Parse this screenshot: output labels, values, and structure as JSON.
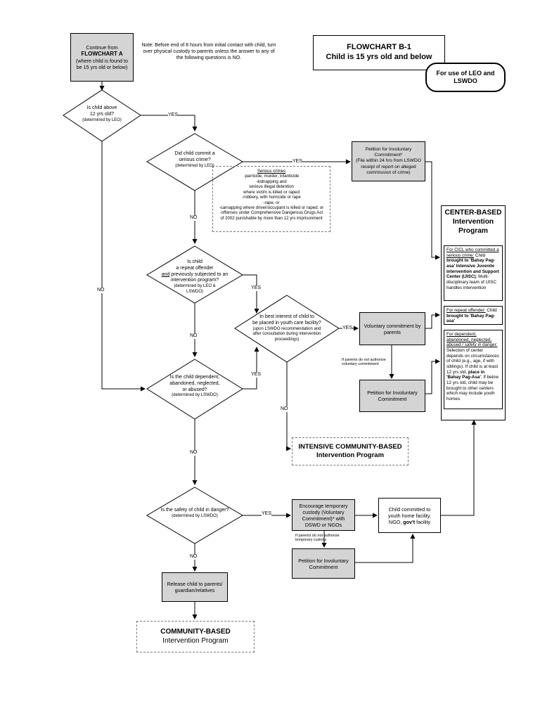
{
  "note": "Note: Before end of 8 hours from initial contact with child, turn over physical custody to parents unless the answer to any of the following questions is NO.",
  "header": {
    "line1": "FLOWCHART B-1",
    "line2": "Child is 15 yrs old and below",
    "use_for_1": "For use of LEO and",
    "use_for_2": "LSWDO"
  },
  "start": {
    "line1": "Continue from",
    "line2": "FLOWCHART A",
    "line3": "(where child is found to be 15 yrs old or below)"
  },
  "q1": {
    "l1": "Is child above",
    "l2": "12 yrs old?",
    "l3": "(determined by LEO)"
  },
  "q2": {
    "l1": "Did child commit a",
    "l2": "serious crime?",
    "l3": "(determined by LEO)"
  },
  "q3": {
    "l1": "Is child",
    "l2": "a repeat offender",
    "l3a": "and",
    "l3b": " previously subjected to an",
    "l4": "intervention program?",
    "l5": "(determined by LEO &",
    "l6": "LSWDO)"
  },
  "q4": {
    "l1": "Is the child dependent,",
    "l2": "abandoned, neglected,",
    "l3": "or abused?",
    "l4": "(determined by LSWDO)"
  },
  "q5": {
    "l1": "In best interest of child to",
    "l2": "be placed in youth care facility?",
    "l3": "(upon LSWDO recommendation and after consultation during intervention proceedings)"
  },
  "q6": {
    "l1": "Is the safety of child in danger?",
    "l2": "(determined by LSWDO)"
  },
  "serious_crimes": {
    "title": "Serious crimes",
    "items": [
      "-parricide, murder, infanticide",
      "-kidnapping and",
      "serious illegal detention",
      "where victim is killed or raped",
      "-robbery, with homicide or rape",
      "-rape, or",
      "-carnapping where driver/occupant is killed or raped; or",
      "-offenses under Comprehensive Dangerous Drugs Act",
      "of 2002 punishable by more than 12 yrs imprisonment"
    ]
  },
  "petition1": {
    "title": "Petition for Involuntary Commitment*",
    "detail": "(File within 24 hrs from LSWDO receipt of report on alleged commission of crime)"
  },
  "voluntary": "Voluntary commitment by parents",
  "voluntary_note": "If parents do not authorize voluntary commitment",
  "petition2": "Petition for Involuntary Commitment",
  "intensive": {
    "l1": "INTENSIVE COMMUNITY-BASED",
    "l2": "Intervention Program"
  },
  "encourage": "Encourage temporary custody (Voluntary Commitment)* with DSWD or NGOs",
  "encourage_note": "If parents do not authorize temporary custody",
  "petition3": "Petition for Involuntary Commitment",
  "youth_home": {
    "a": "Child committed to youth home facility, NGO, ",
    "b": "gov't",
    "c": " facility"
  },
  "release": "Release child to parents/ guardian/relatives",
  "community": {
    "l1": "COMMUNITY-BASED",
    "l2": "Intervention Program"
  },
  "center": {
    "title1": "CENTER-BASED",
    "title2": "Intervention",
    "title3": "Program",
    "box1": {
      "u": "For CICL who committed a serious crime:",
      "t1": " Child ",
      "b": "brought to 'Bahay Pag-asa' Intensive Juvenile Intervention and Support Center (IJISC)",
      "t2": "; Multi-disciplinary team of IJISC handles intervention"
    },
    "box2": {
      "u": "For repeat offender:",
      "t1": " Child ",
      "b": "brought to 'Bahay Pag-asa'"
    },
    "box3": {
      "u": "For dependent, abandoned, neglected, abused / safety in danger:",
      "t1": " Selection of center depends on circumstances of child (e.g., age, if with siblings). If child is at least 12 yrs old, ",
      "b1": "place in 'Bahay Pag-Asa'",
      "t2": ". If below 12 yrs old, child may be brought to other centers which may include youth homes."
    }
  },
  "labels": {
    "yes": "YES",
    "no": "NO"
  }
}
